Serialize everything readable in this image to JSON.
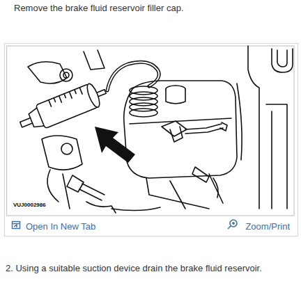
{
  "diagram": {
    "nodes": [
      {
        "text": [
          "VUJ0002986",
          "Open In New Tab",
          "Zoom/Print"
        ]
      }
    ],
    "labels": [
      "Remove the brake fluid reservoir filler cap.",
      "2. Using a suitable suction device drain the brake fluid reservoir."
    ]
  }
}
